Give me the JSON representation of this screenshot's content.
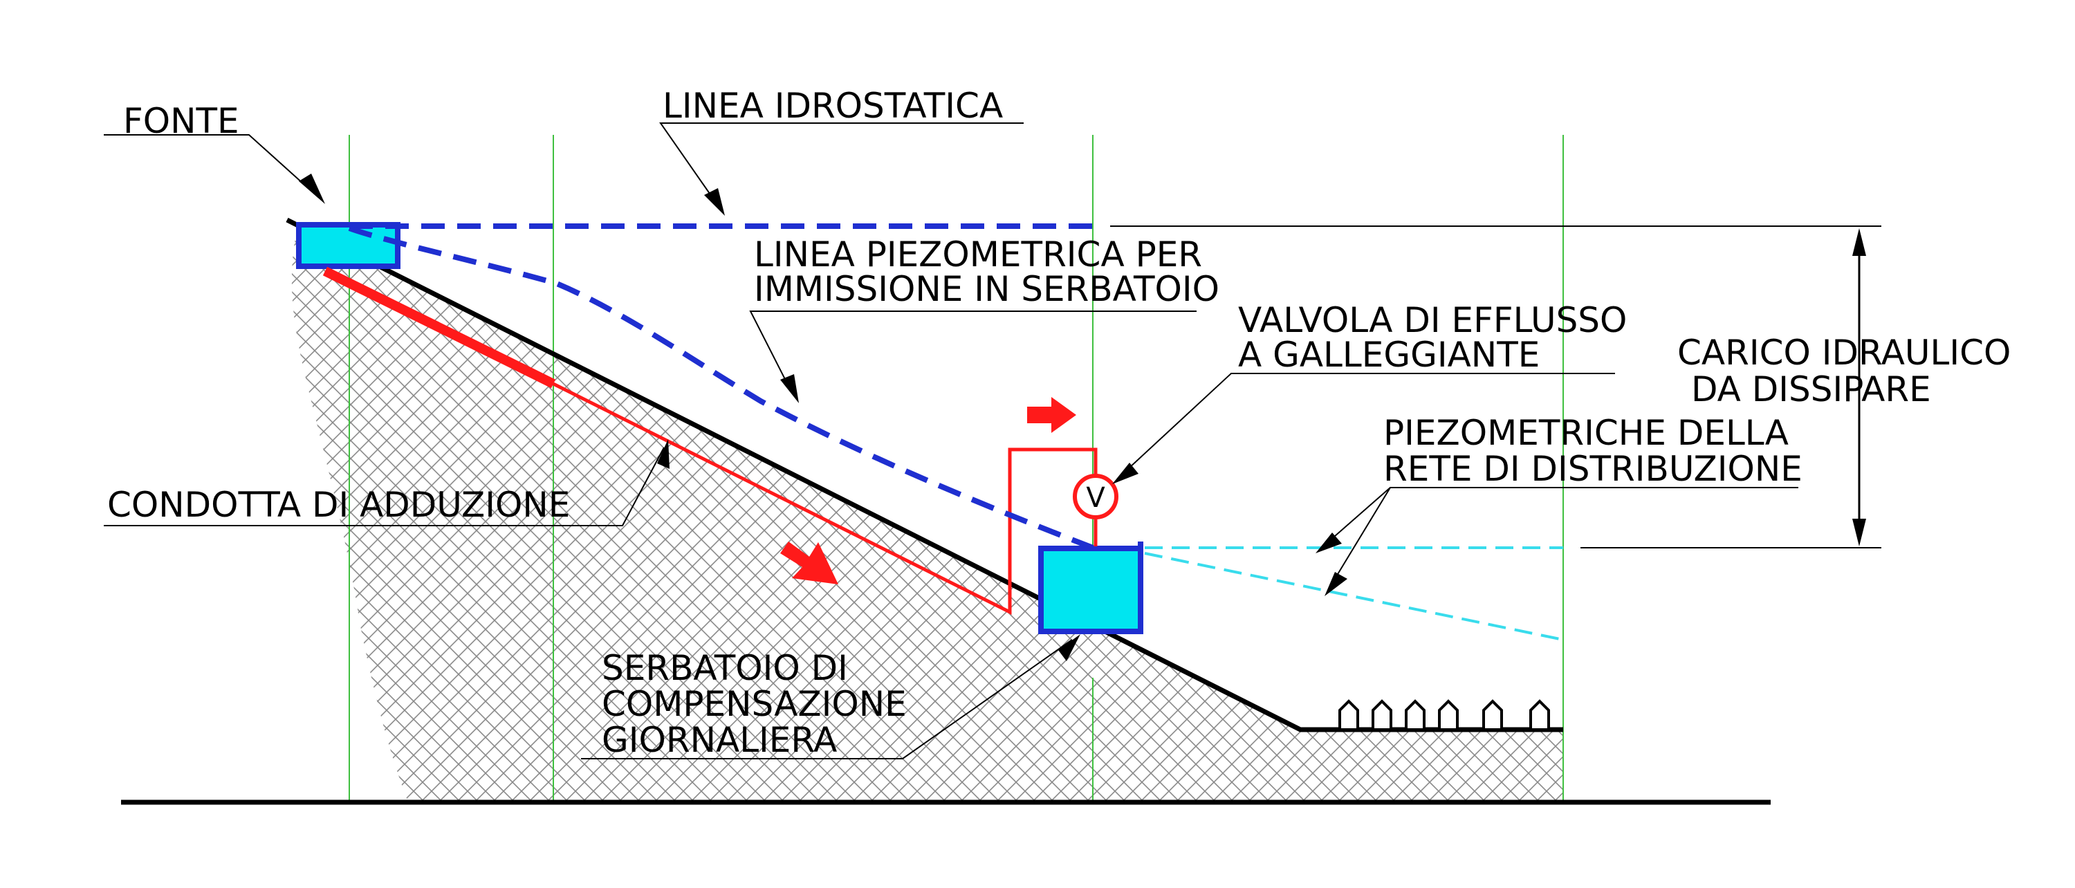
{
  "labels": {
    "fonte": "FONTE",
    "linea_idrostatica": "LINEA IDROSTATICA",
    "linea_piezometrica_1": "LINEA PIEZOMETRICA PER",
    "linea_piezometrica_2": "IMMISSIONE IN SERBATOIO",
    "valvola_1": "VALVOLA DI EFFLUSSO",
    "valvola_2": "A GALLEGGIANTE",
    "carico_1": "CARICO IDRAULICO",
    "carico_2": "DA DISSIPARE",
    "piezometriche_1": "PIEZOMETRICHE DELLA",
    "piezometriche_2": "RETE DI DISTRIBUZIONE",
    "condotta": "CONDOTTA DI ADDUZIONE",
    "serbatoio_1": "SERBATOIO DI",
    "serbatoio_2": "COMPENSAZIONE",
    "serbatoio_3": "GIORNALIERA",
    "valve_symbol": "V"
  },
  "colors": {
    "water": "#00e5f0",
    "tank_outline": "#1f2fd0",
    "hydrostatic_line": "#1f2fd0",
    "piezometric_line": "#1f2fd0",
    "distribution_lines": "#39dcec",
    "pipe": "#ff1a1a",
    "arrows": "#ff1a1a",
    "ground": "#000000",
    "guides": "#40c040"
  },
  "icons": {
    "flow_arrow": "right-arrow-icon",
    "valve": "valve-icon",
    "dimension": "double-arrow-icon"
  }
}
